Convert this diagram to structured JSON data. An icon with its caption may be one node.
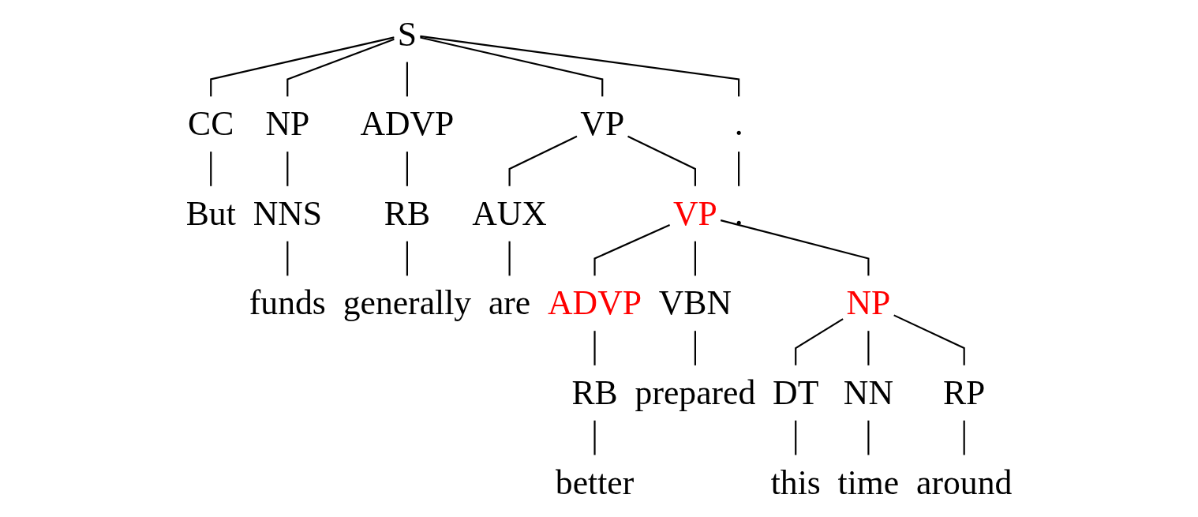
{
  "diagram": {
    "nodes": [
      {
        "text": [
          "S"
        ]
      },
      {
        "text": [
          "CC"
        ]
      },
      {
        "text": [
          "NP"
        ]
      },
      {
        "text": [
          "ADVP"
        ]
      },
      {
        "text": [
          "VP"
        ]
      },
      {
        "text": [
          "."
        ]
      },
      {
        "text": [
          "But"
        ]
      },
      {
        "text": [
          "NNS"
        ]
      },
      {
        "text": [
          "RB"
        ]
      },
      {
        "text": [
          "AUX"
        ]
      },
      {
        "text": [
          "VP"
        ]
      },
      {
        "text": [
          "."
        ]
      },
      {
        "text": [
          "funds"
        ]
      },
      {
        "text": [
          "generally"
        ]
      },
      {
        "text": [
          "are"
        ]
      },
      {
        "text": [
          "ADVP"
        ]
      },
      {
        "text": [
          "VBN"
        ]
      },
      {
        "text": [
          "NP"
        ]
      },
      {
        "text": [
          "RB"
        ]
      },
      {
        "text": [
          "prepared"
        ]
      },
      {
        "text": [
          "DT"
        ]
      },
      {
        "text": [
          "NN"
        ]
      },
      {
        "text": [
          "RP"
        ]
      },
      {
        "text": [
          "better"
        ]
      },
      {
        "text": [
          "this"
        ]
      },
      {
        "text": [
          "time"
        ]
      },
      {
        "text": [
          "around"
        ]
      }
    ],
    "edges": [
      {
        "from": 0,
        "to": 1,
        "arrow": "none"
      },
      {
        "from": 0,
        "to": 2,
        "arrow": "none"
      },
      {
        "from": 0,
        "to": 3,
        "arrow": "none"
      },
      {
        "from": 0,
        "to": 4,
        "arrow": "none"
      },
      {
        "from": 0,
        "to": 5,
        "arrow": "none"
      },
      {
        "from": 1,
        "to": 6,
        "arrow": "none"
      },
      {
        "from": 2,
        "to": 7,
        "arrow": "none"
      },
      {
        "from": 3,
        "to": 8,
        "arrow": "none"
      },
      {
        "from": 4,
        "to": 9,
        "arrow": "none"
      },
      {
        "from": 4,
        "to": 10,
        "arrow": "none"
      },
      {
        "from": 5,
        "to": 11,
        "arrow": "none"
      },
      {
        "from": 7,
        "to": 12,
        "arrow": "none"
      },
      {
        "from": 8,
        "to": 13,
        "arrow": "none"
      },
      {
        "from": 9,
        "to": 14,
        "arrow": "none"
      },
      {
        "from": 10,
        "to": 15,
        "arrow": "none"
      },
      {
        "from": 10,
        "to": 16,
        "arrow": "none"
      },
      {
        "from": 10,
        "to": 17,
        "arrow": "none"
      },
      {
        "from": 15,
        "to": 18,
        "arrow": "none"
      },
      {
        "from": 16,
        "to": 19,
        "arrow": "none"
      },
      {
        "from": 17,
        "to": 20,
        "arrow": "none"
      },
      {
        "from": 17,
        "to": 21,
        "arrow": "none"
      },
      {
        "from": 17,
        "to": 22,
        "arrow": "none"
      },
      {
        "from": 18,
        "to": 23,
        "arrow": "none"
      },
      {
        "from": 20,
        "to": 24,
        "arrow": "none"
      },
      {
        "from": 21,
        "to": 25,
        "arrow": "none"
      },
      {
        "from": 22,
        "to": 26,
        "arrow": "none"
      }
    ]
  }
}
